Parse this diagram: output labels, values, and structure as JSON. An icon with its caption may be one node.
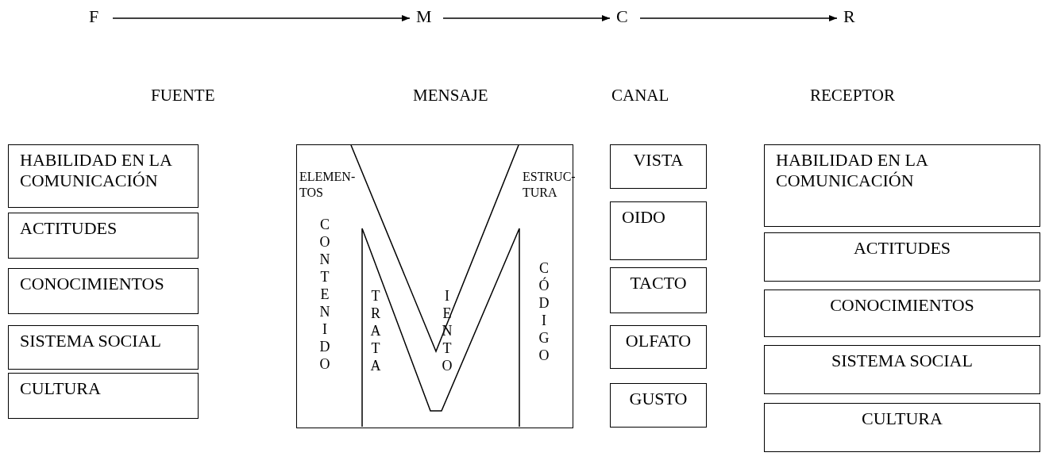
{
  "diagram": {
    "nodes": [
      {
        "text": [
          "F"
        ]
      },
      {
        "text": [
          "M"
        ]
      },
      {
        "text": [
          "C"
        ]
      },
      {
        "text": [
          "R"
        ]
      },
      {
        "text": [
          "HABILIDAD EN LA COMUNICACIÓN"
        ]
      },
      {
        "text": [
          "ACTITUDES"
        ]
      },
      {
        "text": [
          "CONOCIMIENTOS"
        ]
      },
      {
        "text": [
          "SISTEMA SOCIAL"
        ]
      },
      {
        "text": [
          "CULTURA"
        ]
      },
      {
        "text": [
          "ELEMEN- TOS",
          "ESTRUC- TURA",
          "CONTENIDO",
          "TRATA",
          "IENTO",
          "CÓDIGO"
        ]
      },
      {
        "text": [
          "VISTA"
        ]
      },
      {
        "text": [
          "OIDO"
        ]
      },
      {
        "text": [
          "TACTO"
        ]
      },
      {
        "text": [
          "OLFATO"
        ]
      },
      {
        "text": [
          "GUSTO"
        ]
      },
      {
        "text": [
          "HABILIDAD EN LA COMUNICACIÓN"
        ]
      },
      {
        "text": [
          "ACTITUDES"
        ]
      },
      {
        "text": [
          "CONOCIMIENTOS"
        ]
      },
      {
        "text": [
          "SISTEMA SOCIAL"
        ]
      },
      {
        "text": [
          "CULTURA"
        ]
      }
    ],
    "edges": [
      {
        "from": 0,
        "to": 1,
        "arrow": "to"
      },
      {
        "from": 1,
        "to": 2,
        "arrow": "to"
      },
      {
        "from": 2,
        "to": 3,
        "arrow": "to"
      }
    ],
    "labels": [
      "FUENTE",
      "MENSAJE",
      "CANAL",
      "RECEPTOR"
    ]
  }
}
